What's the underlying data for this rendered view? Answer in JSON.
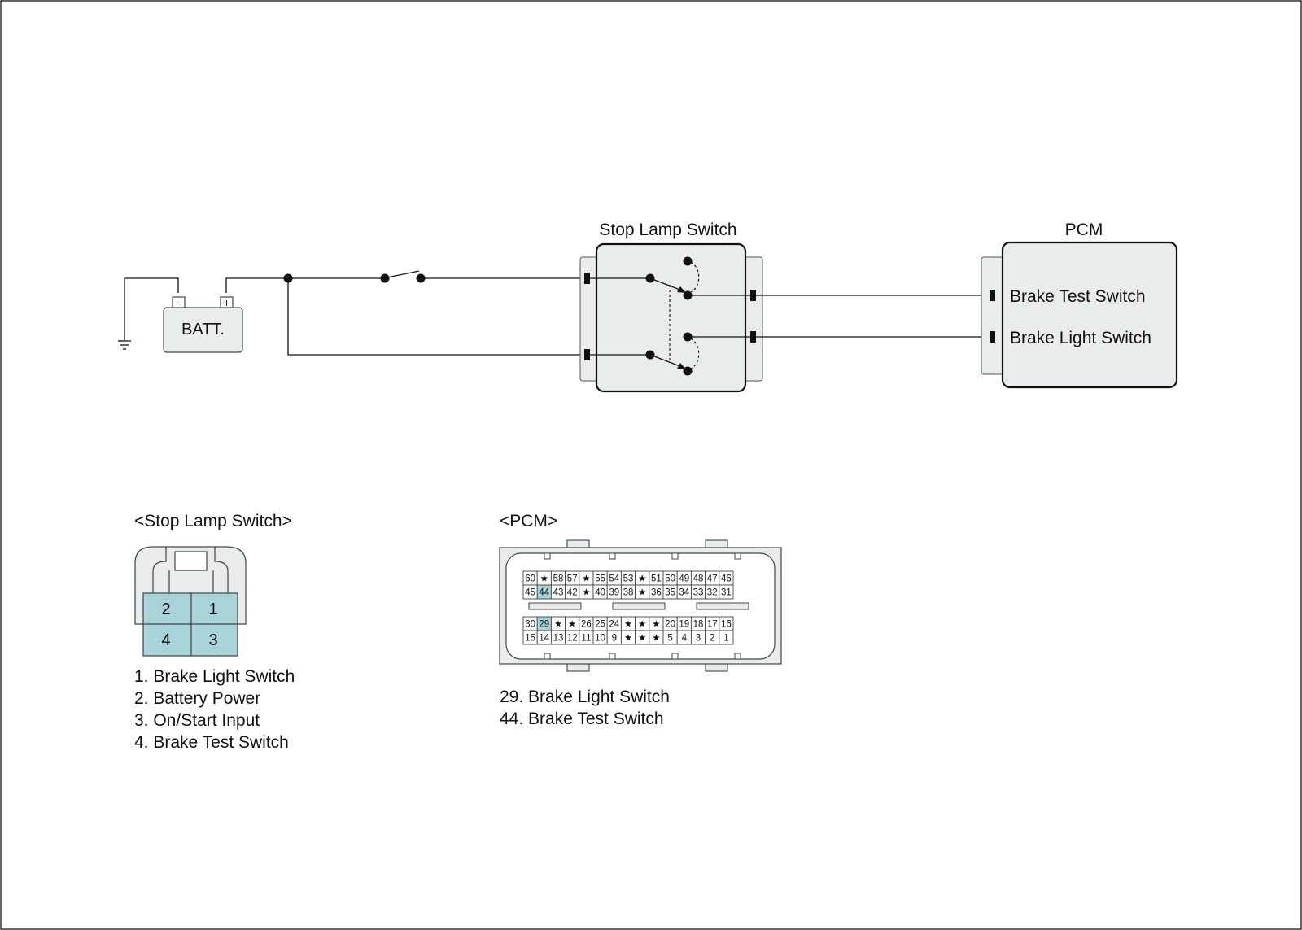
{
  "circuit": {
    "battery_label": "BATT.",
    "battery_neg": "-",
    "battery_pos": "+",
    "stop_lamp_switch_title": "Stop Lamp Switch",
    "pcm_title": "PCM",
    "pcm_pins": [
      "Brake Test Switch",
      "Brake Light Switch"
    ]
  },
  "stop_lamp_connector": {
    "title": "<Stop Lamp Switch>",
    "pins": [
      "2",
      "1",
      "4",
      "3"
    ],
    "legend": [
      "1. Brake Light Switch",
      "2. Battery Power",
      "3. On/Start Input",
      "4. Brake Test Switch"
    ]
  },
  "pcm_connector": {
    "title": "<PCM>",
    "row1": [
      "60",
      "★",
      "58",
      "57",
      "★",
      "55",
      "54",
      "53",
      "★",
      "51",
      "50",
      "49",
      "48",
      "47",
      "46"
    ],
    "row2": [
      "45",
      "44",
      "43",
      "42",
      "★",
      "40",
      "39",
      "38",
      "★",
      "36",
      "35",
      "34",
      "33",
      "32",
      "31"
    ],
    "row3": [
      "30",
      "29",
      "★",
      "★",
      "26",
      "25",
      "24",
      "★",
      "★",
      "★",
      "20",
      "19",
      "18",
      "17",
      "16"
    ],
    "row4": [
      "15",
      "14",
      "13",
      "12",
      "11",
      "10",
      "9",
      "★",
      "★",
      "★",
      "5",
      "4",
      "3",
      "2",
      "1"
    ],
    "highlighted": [
      "44",
      "29"
    ],
    "legend": [
      "29. Brake Light Switch",
      "44. Brake Test Switch"
    ]
  },
  "colors": {
    "highlight": "#a7d3d9",
    "box_fill": "#e9ecec"
  }
}
